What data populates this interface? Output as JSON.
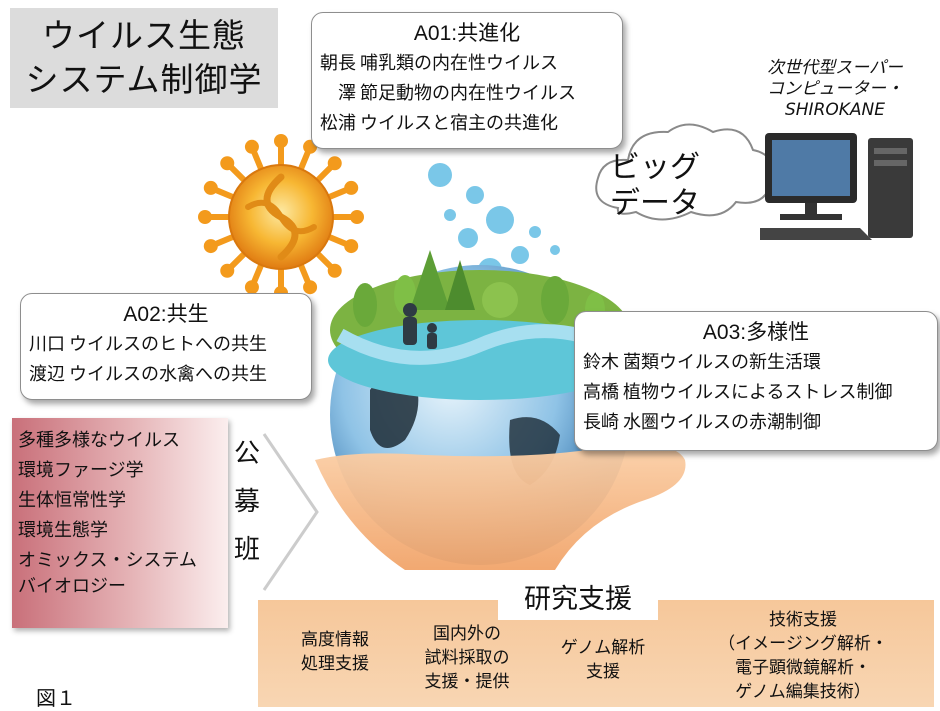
{
  "title": {
    "line1": "ウイルス生態",
    "line2": "システム制御学"
  },
  "a01": {
    "head": "A01:共進化",
    "rows": [
      {
        "name": "朝長",
        "topic": "哺乳類の内在性ウイルス"
      },
      {
        "name": "澤",
        "topic": "節足動物の内在性ウイルス"
      },
      {
        "name": "松浦",
        "topic": "ウイルスと宿主の共進化"
      }
    ]
  },
  "a02": {
    "head": "A02:共生",
    "rows": [
      {
        "name": "川口",
        "topic": "ウイルスのヒトへの共生"
      },
      {
        "name": "渡辺",
        "topic": "ウイルスの水禽への共生"
      }
    ]
  },
  "a03": {
    "head": "A03:多様性",
    "rows": [
      {
        "name": "鈴木",
        "topic": "菌類ウイルスの新生活環"
      },
      {
        "name": "高橋",
        "topic": "植物ウイルスによるストレス制御"
      },
      {
        "name": "長崎",
        "topic": "水圏ウイルスの赤潮制御"
      }
    ]
  },
  "bigdata": {
    "line1": "ビッグ",
    "line2": "データ"
  },
  "supercomputer": {
    "line1": "次世代型スーパー",
    "line2": "コンピューター・",
    "line3": "SHIROKANE"
  },
  "koubo": {
    "items": [
      "多種多様なウイルス",
      "環境ファージ学",
      "生体恒常性学",
      "環境生態学",
      "オミックス・システム",
      "バイオロジー"
    ],
    "label": [
      "公",
      "募",
      "班"
    ]
  },
  "support": {
    "title": "研究支援",
    "cols": [
      {
        "line1": "高度情報",
        "line2": "処理支援",
        "line3": "",
        "line4": ""
      },
      {
        "line1": "国内外の",
        "line2": "試料採取の",
        "line3": "支援・提供",
        "line4": ""
      },
      {
        "line1": "ゲノム解析",
        "line2": "支援",
        "line3": "",
        "line4": ""
      },
      {
        "line1": "技術支援",
        "line2": "（イメージング解析・",
        "line3": "電子顕微鏡解析・",
        "line4": "ゲノム編集技術）"
      }
    ]
  },
  "figure_label": "図１",
  "colors": {
    "accent_pink": "#c9707a",
    "support_orange": "#f6c79a",
    "title_gray": "#dcdcdc",
    "sun": "#f39a1c"
  }
}
